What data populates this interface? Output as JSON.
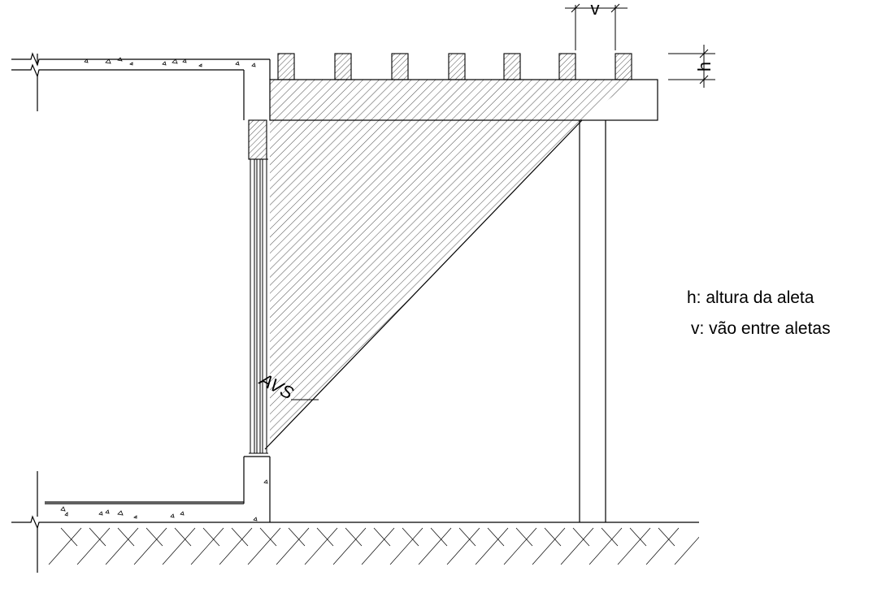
{
  "labels": {
    "dimension_v": "v",
    "dimension_h": "h",
    "sun_angle": "AVS"
  },
  "legend": {
    "h_definition": "h: altura da aleta",
    "v_definition": "v: vão entre aletas"
  },
  "colors": {
    "line": "#000000",
    "background": "#ffffff"
  }
}
